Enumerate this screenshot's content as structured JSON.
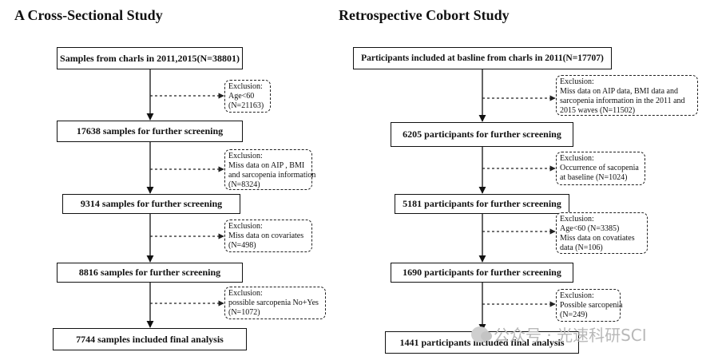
{
  "left": {
    "title": "A Cross-Sectional Study",
    "boxes": [
      "Samples from charls in 2011,2015(N=38801)",
      "17638 samples for further screening",
      "9314 samples for further screening",
      "8816 samples for further screening",
      "7744 samples included final analysis"
    ],
    "exclusions": [
      [
        "Exclusion:",
        "Age<60",
        "(N=21163)"
      ],
      [
        "Exclusion:",
        "Miss data on AIP , BMI",
        "and sarcopenia information",
        "(N=8324)"
      ],
      [
        "Exclusion:",
        "Miss data on covariates",
        "(N=498)"
      ],
      [
        "Exclusion:",
        "possible sarcopenia No+Yes",
        "(N=1072)"
      ]
    ]
  },
  "right": {
    "title": "Retrospective Cobort Study",
    "boxes": [
      "Participants included at basline from charls in 2011(N=17707)",
      "6205 participants for further screening",
      "5181 participants for further screening",
      "1690 participants for further screening",
      "1441 participants included final analysis"
    ],
    "exclusions": [
      [
        "Exclusion:",
        "Miss data on AIP data, BMI data and sarcopenia information in the 2011 and 2015 waves (N=11502)"
      ],
      [
        "Exclusion:",
        "Occurrence of sacopenia at baseline (N=1024)"
      ],
      [
        "Exclusion:",
        "Age<60 (N=3385)",
        "Miss data on covatiates data (N=106)"
      ],
      [
        "Exclusion:",
        "Possible sarcopenia",
        "(N=249)"
      ]
    ]
  },
  "watermark": "公众号 · 光速科研SCI"
}
